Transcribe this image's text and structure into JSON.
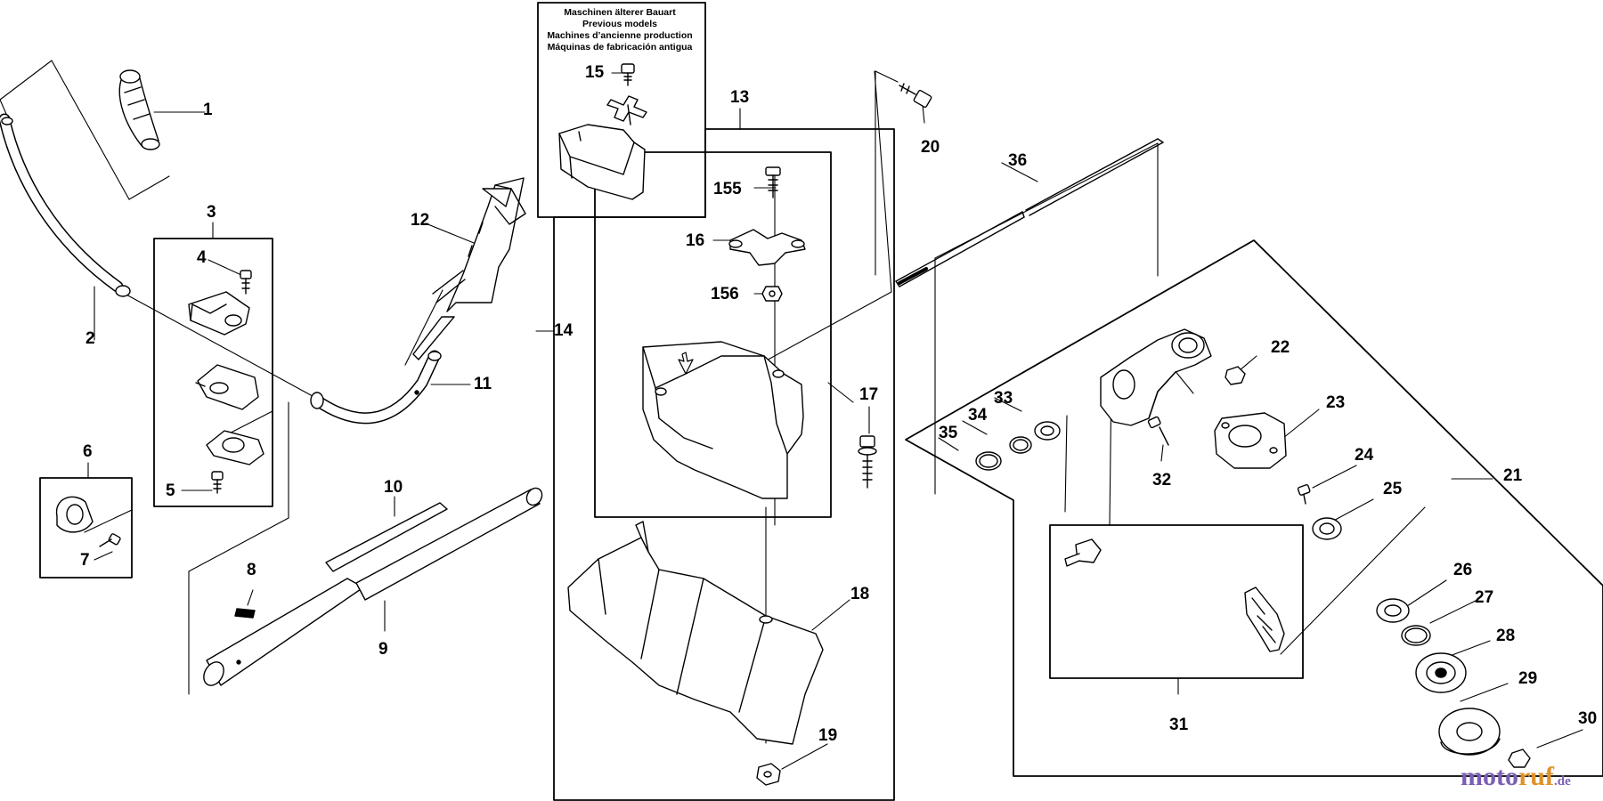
{
  "inset": {
    "title_de": "Maschinen älterer Bauart",
    "title_en": "Previous models",
    "title_fr": "Machines d’ancienne production",
    "title_es": "Máquinas de fabricación antigua"
  },
  "labels": {
    "p1": "1",
    "p2": "2",
    "p3": "3",
    "p4": "4",
    "p5": "5",
    "p6": "6",
    "p7": "7",
    "p8": "8",
    "p9": "9",
    "p10": "10",
    "p11": "11",
    "p12": "12",
    "p13": "13",
    "p14": "14",
    "p15": "15",
    "p16": "16",
    "p17": "17",
    "p18": "18",
    "p19": "19",
    "p20": "20",
    "p21": "21",
    "p22": "22",
    "p23": "23",
    "p24": "24",
    "p25": "25",
    "p26": "26",
    "p27": "27",
    "p28": "28",
    "p29": "29",
    "p30": "30",
    "p31": "31",
    "p32": "32",
    "p33": "33",
    "p34": "34",
    "p35": "35",
    "p36": "36",
    "p155": "155",
    "p156": "156"
  },
  "watermark": {
    "part1": "moto",
    "part2": "ruf",
    "part3": ".de"
  }
}
